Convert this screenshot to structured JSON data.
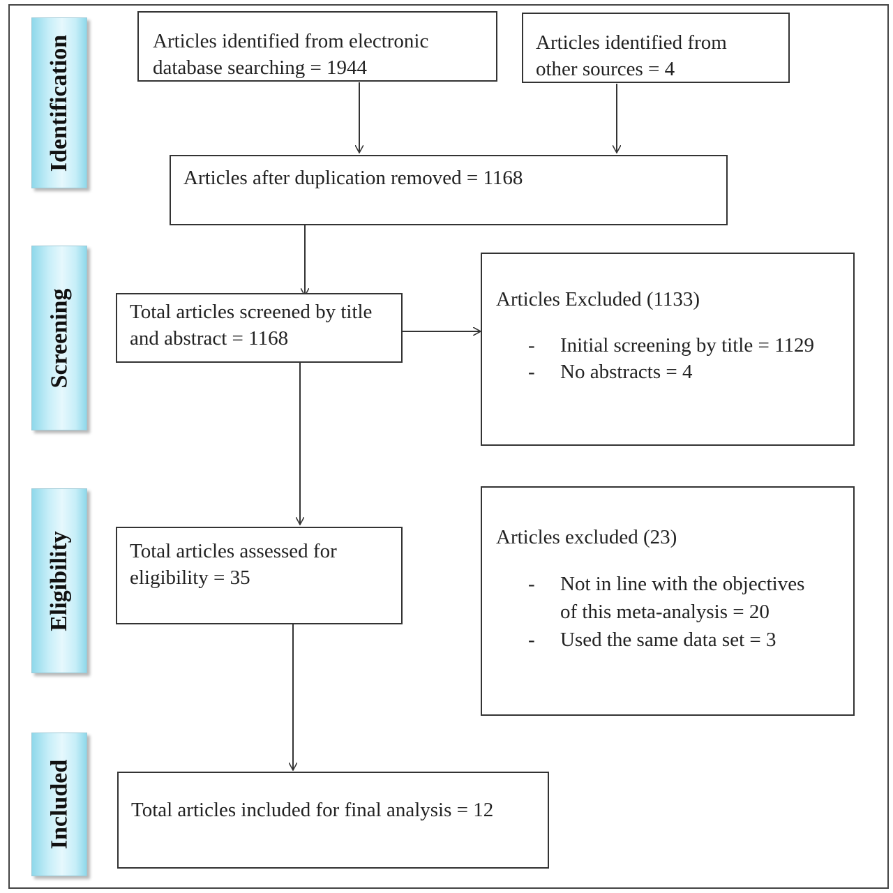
{
  "stages": {
    "identification": "Identification",
    "screening": "Screening",
    "eligibility": "Eligibility",
    "included": "Included"
  },
  "boxes": {
    "database_search": {
      "line1": "Articles identified from electronic",
      "line2": "database searching = 1944"
    },
    "other_sources": {
      "line1": "Articles identified from",
      "line2": "other sources = 4"
    },
    "after_duplication": {
      "line1": "Articles after duplication removed = 1168"
    },
    "screened": {
      "line1": "Total articles screened by title",
      "line2": "and abstract = 1168"
    },
    "excluded_screening": {
      "title": "Articles Excluded (1133)",
      "items": [
        "Initial screening by title = 1129",
        "No abstracts = 4"
      ]
    },
    "eligibility": {
      "line1": "Total articles assessed for",
      "line2": "eligibility  = 35"
    },
    "excluded_eligibility": {
      "title": "Articles excluded (23)",
      "items": [
        "Not  in line with the objectives",
        "of this meta-analysis  = 20",
        "Used the same data set = 3"
      ]
    },
    "included": {
      "line1": "Total articles included for final analysis = 12"
    }
  },
  "bullet_marker": "-"
}
